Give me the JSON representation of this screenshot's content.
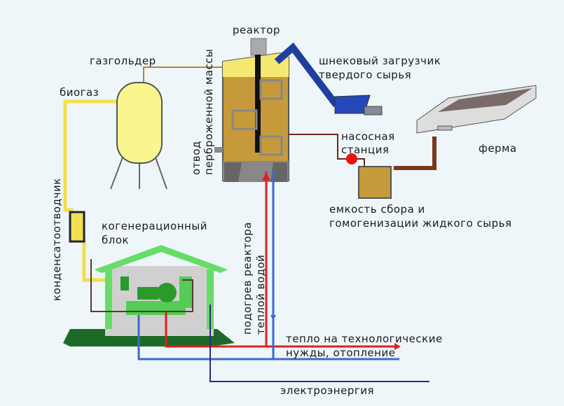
{
  "labels": {
    "gasholder": "газгольдер",
    "biogas": "биогаз",
    "reactor": "реактор",
    "screw_loader_1": "шнековый загрузчик",
    "screw_loader_2": "твердого сырья",
    "pump_1": "насосная",
    "pump_2": "станция",
    "farm": "ферма",
    "tank_1": "емкость сбора и",
    "tank_2": "гомогенизации жидкого сырья",
    "chp_1": "когенерационный",
    "chp_2": "блок",
    "condensate": "конденсатоотводчик",
    "outlet_1": "отвод",
    "outlet_2": "перброженной массы",
    "heating_1": "подогрев реактора",
    "heating_2": "теплой водой",
    "heat_1": "тепло на технологические",
    "heat_2": "нужды, отопление",
    "electricity": "электроэнергия"
  },
  "colors": {
    "biogas": "#f0e050",
    "reactor_fill": "#b8862e",
    "loader": "#1f3fa0",
    "hot_water": "#e02020",
    "cold_water": "#3a6ad0",
    "electricity": "#2a2a80",
    "chp_house": "#66dd66",
    "ground": "#1d6a28",
    "pump": "#ee1111"
  }
}
